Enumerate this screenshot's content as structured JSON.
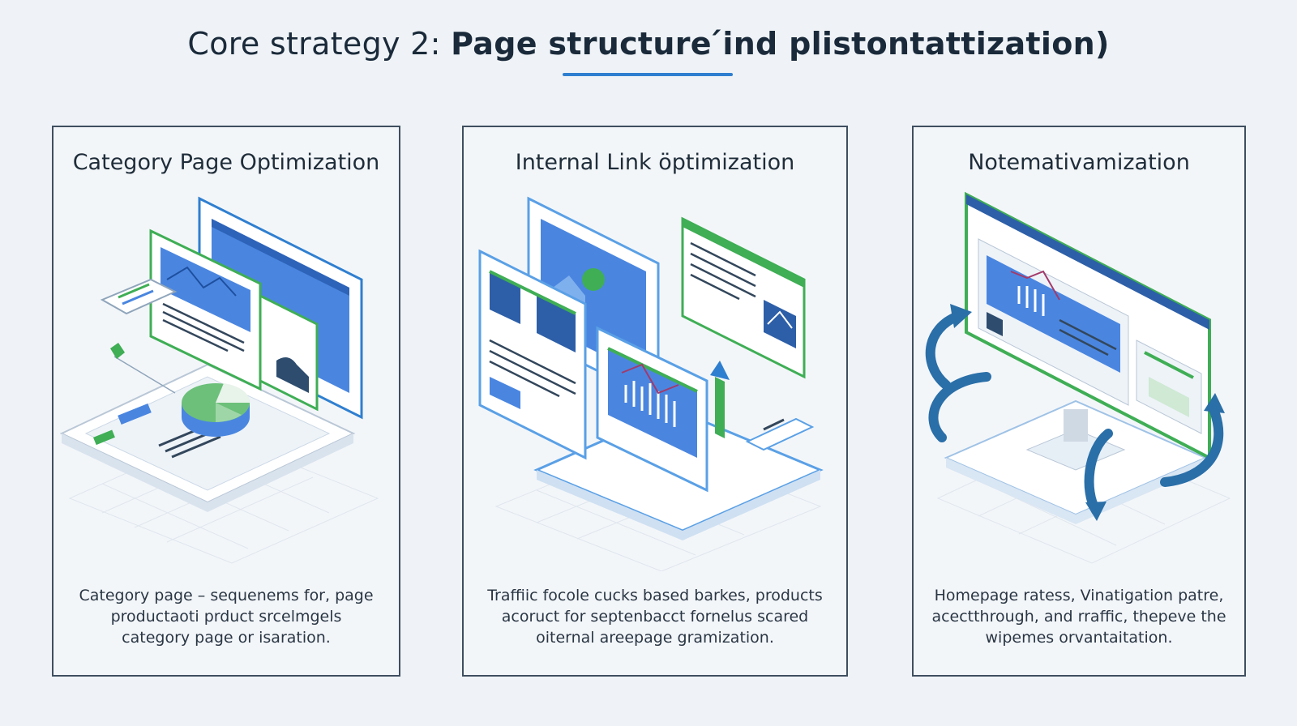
{
  "heading": {
    "lead": "Core strategy 2:",
    "rest": "Page structure ́ind plistontattization)"
  },
  "panels": [
    {
      "title": "Category Page Optimization",
      "desc": [
        "Category page – sequenems for, page",
        "productaoti prduct srcelmgels",
        "category page or isaration."
      ]
    },
    {
      "title": "Internal Link öptimization",
      "desc": [
        "Traffiic focole cucks based barkes, products",
        "acoruct for septenbacct fornelus scared",
        "oiternal areepage gramization."
      ]
    },
    {
      "title": "Notemativamization",
      "desc": [
        "Homepage ratess, Vinatigation patre,",
        "acectthrough, and rraffic, thepeve the",
        "wipemes orvantaitation."
      ]
    }
  ],
  "colors": {
    "accent_blue": "#2f7fd0",
    "screen_blue": "#4a86e0",
    "accent_green": "#3fae55",
    "frame": "#3e4f5f"
  }
}
